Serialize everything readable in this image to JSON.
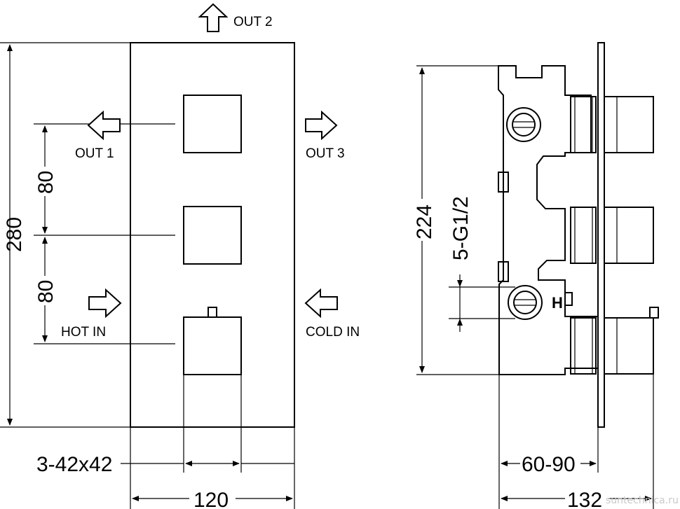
{
  "front_view": {
    "out2": "OUT 2",
    "out1": "OUT 1",
    "out3": "OUT 3",
    "hot_in": "HOT IN",
    "cold_in": "COLD IN",
    "dim_height": "280",
    "dim_spacing_top": "80",
    "dim_spacing_bottom": "80",
    "dim_knobs": "3-42x42",
    "dim_width": "120"
  },
  "side_view": {
    "dim_height": "224",
    "dim_thread": "5-G1/2",
    "dim_depth_range": "60-90",
    "dim_total_depth": "132",
    "hot_marker": "H"
  },
  "watermark": "suntechnica.ru"
}
